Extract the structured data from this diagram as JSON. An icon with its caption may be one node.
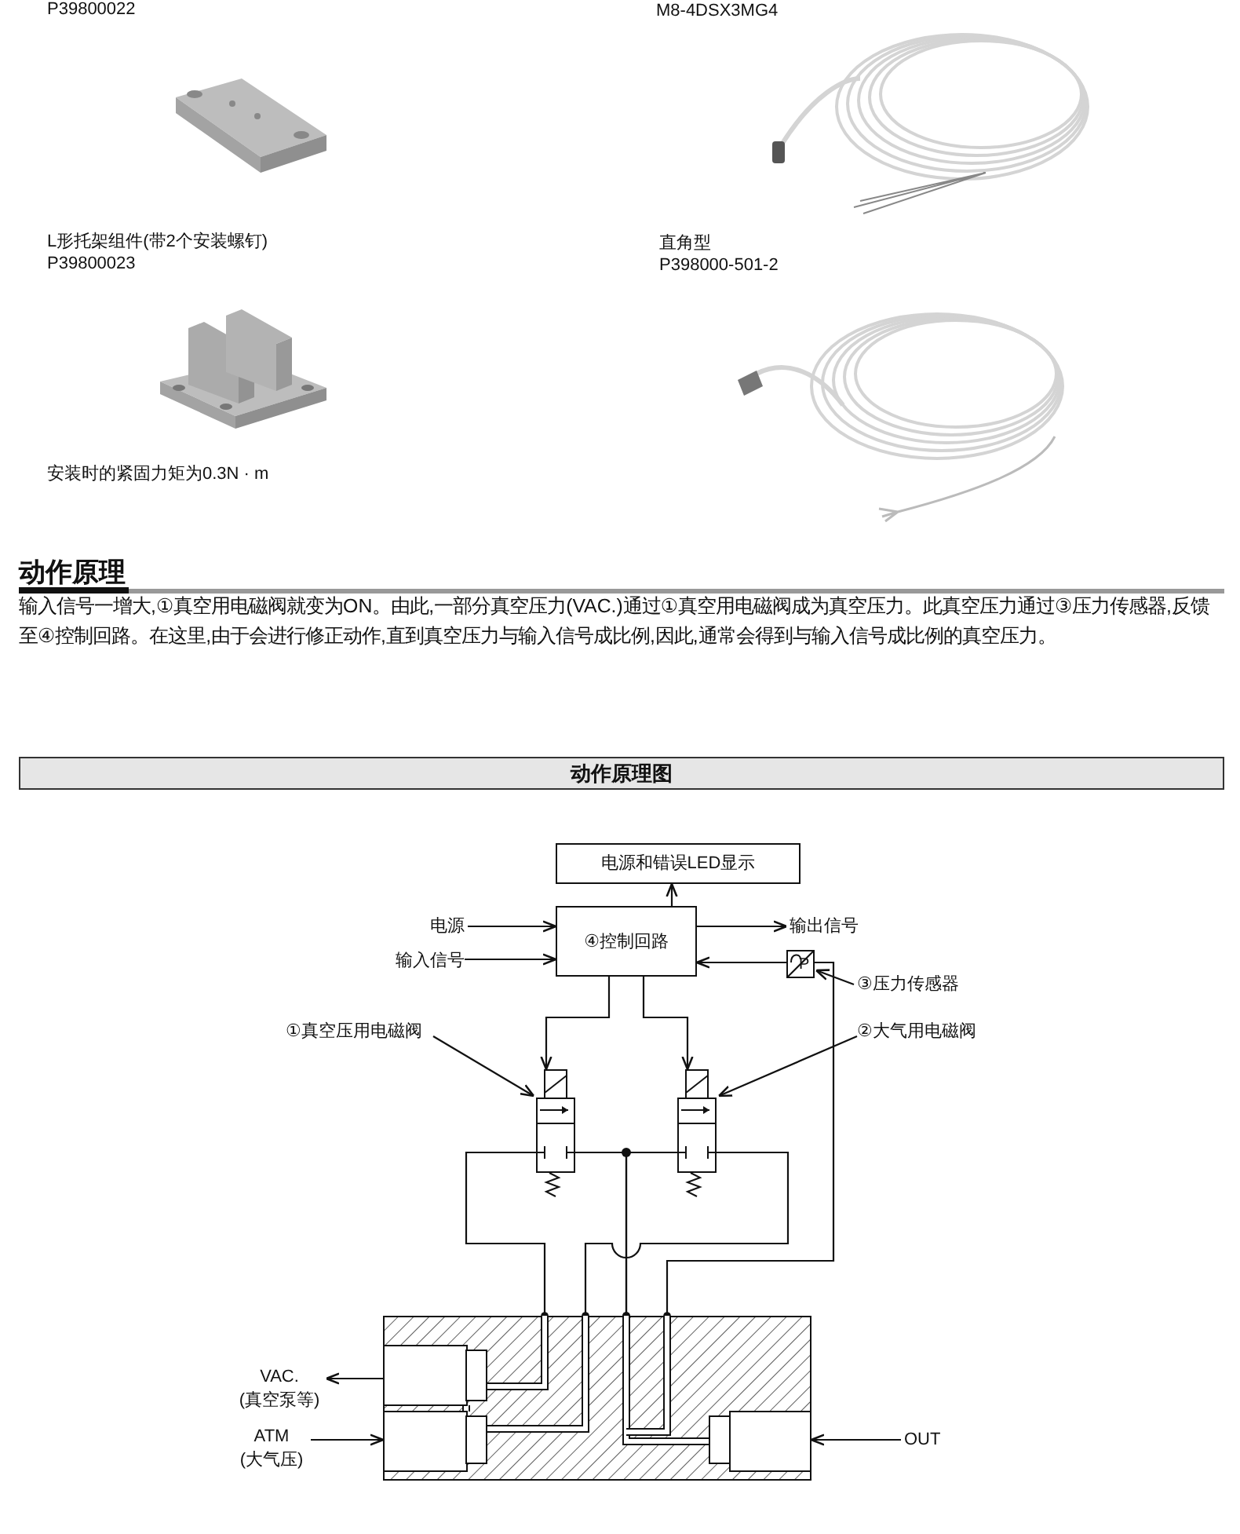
{
  "diagram": {
    "nodes": [
      {
        "text": [
          "电源和错误LED显示"
        ]
      },
      {
        "text": [
          "④控制回路"
        ]
      },
      {
        "text": [
          "电源"
        ]
      },
      {
        "text": [
          "输入信号"
        ]
      },
      {
        "text": [
          "输出信号"
        ]
      },
      {
        "text": [
          "P"
        ]
      },
      {
        "text": [
          "③压力传感器"
        ]
      },
      {
        "text": [],
        "shape": "picture"
      },
      {
        "text": [
          "①真空压用电磁阀"
        ]
      },
      {
        "text": [],
        "shape": "picture"
      },
      {
        "text": [
          "②大气用电磁阀"
        ]
      },
      {
        "text": [],
        "shape": "picture"
      },
      {
        "text": [
          "VAC.",
          "(真空泵等)"
        ]
      },
      {
        "text": [
          "ATM",
          "(大气压)"
        ]
      },
      {
        "text": [
          "OUT"
        ]
      }
    ],
    "edges": [
      {
        "from": 1,
        "to": 0,
        "arrow": "to"
      },
      {
        "from": 2,
        "to": 1,
        "arrow": "to"
      },
      {
        "from": 3,
        "to": 1,
        "arrow": "to"
      },
      {
        "from": 1,
        "to": 4,
        "arrow": "to"
      },
      {
        "from": 5,
        "to": 1,
        "arrow": "to"
      },
      {
        "from": 6,
        "to": 5,
        "arrow": "to"
      },
      {
        "from": 1,
        "to": 7,
        "arrow": "to"
      },
      {
        "from": 1,
        "to": 9,
        "arrow": "to"
      },
      {
        "from": 8,
        "to": 7,
        "arrow": "to"
      },
      {
        "from": 10,
        "to": 9,
        "arrow": "to"
      },
      {
        "from": 7,
        "to": 11,
        "arrow": "other"
      },
      {
        "from": 9,
        "to": 11,
        "arrow": "other"
      },
      {
        "from": 7,
        "to": 11,
        "arrow": "other"
      },
      {
        "from": 9,
        "to": 11,
        "arrow": "other"
      },
      {
        "from": 5,
        "to": 11,
        "arrow": "other"
      },
      {
        "from": 11,
        "to": 12,
        "arrow": "to"
      },
      {
        "from": 13,
        "to": 11,
        "arrow": "to"
      },
      {
        "from": 14,
        "to": 11,
        "arrow": "to"
      }
    ],
    "labels": [
      "P39800022",
      "M8-4DSX3MG4",
      "L形托架组件(带2个安装螺钉)",
      "直角型",
      "P39800023",
      "P398000-501-2",
      "安装时的紧固力矩为0.3N · m",
      "动作原理",
      "输入信号一增大,①真空用电磁阀就变为ON。由此,一部分真空压力(VAC.)通过①真空用电磁阀成为真空压力。此真空压力通过③压力传感器,反馈至④控制回路。在这里,由于会进行修正动作,直到真空压力与输入信号成比例,因此,通常会得到与输入信号成比例的真空压力。",
      "动作原理图"
    ]
  }
}
